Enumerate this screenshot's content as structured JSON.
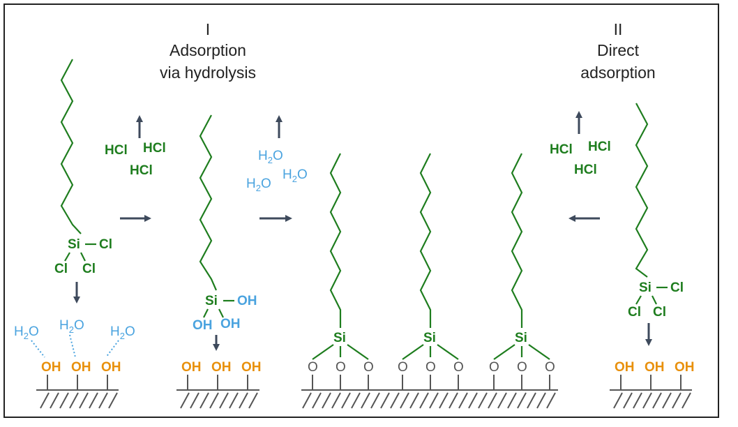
{
  "colors": {
    "chain": "#1e7d1e",
    "water": "#4aa3df",
    "hydroxyl": "#e8900c",
    "arrow": "#3e4a5c",
    "surface": "#555555",
    "oxygen": "#777777"
  },
  "titles": {
    "left_roman": "I",
    "left_line1": "Adsorption",
    "left_line2": "via hydrolysis",
    "right_roman": "II",
    "right_line1": "Direct",
    "right_line2": "adsorption"
  },
  "labels": {
    "hcl": "HCl",
    "si": "Si",
    "cl": "Cl",
    "oh": "OH",
    "o": "O",
    "h": "H",
    "two": "2",
    "dash": "—"
  }
}
